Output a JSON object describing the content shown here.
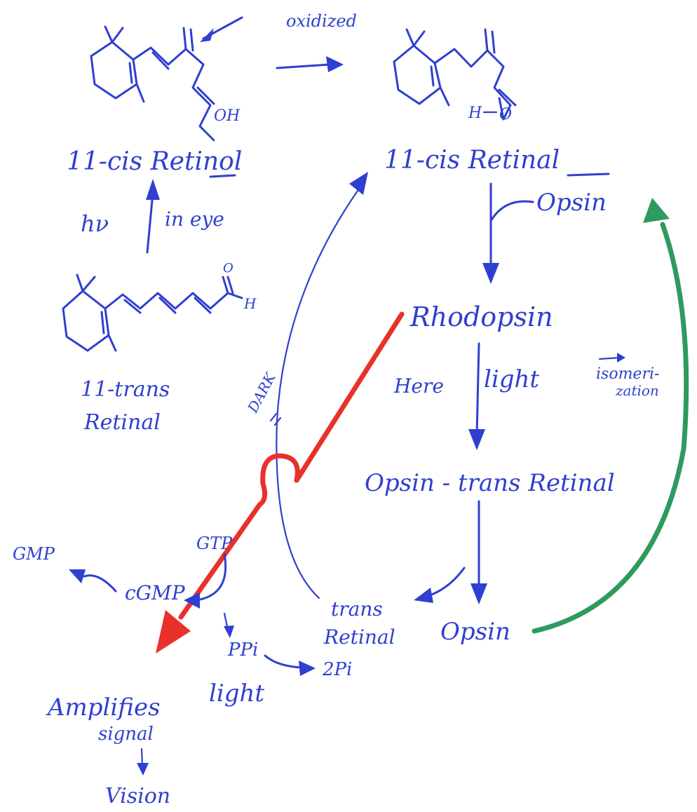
{
  "colors": {
    "ink": "#2f3fd0",
    "red_arrow": "#e8312b",
    "green_arrow": "#2e9a5e",
    "paper": "#ffffff"
  },
  "labels": {
    "oxidized": "oxidized",
    "cis_retinol": "11-cis Retinol",
    "cis_retinal": "11-cis Retinal",
    "hv": "hν",
    "in_eye": "in eye",
    "trans_retinal_line1": "11-trans",
    "trans_retinal_line2": "Retinal",
    "opsin_top": "Opsin",
    "rhodopsin": "Rhodopsin",
    "here": "Here",
    "light": "light",
    "isomerization_line1": "isomeri-",
    "isomerization_line2": "zation",
    "dark": "DARK",
    "opsin_trans_retinal": "Opsin - trans Retinal",
    "trans_line1": "trans",
    "trans_line2": "Retinal",
    "opsin_bottom": "Opsin",
    "gmp": "GMP",
    "gtp": "GTP",
    "cgmp": "cGMP",
    "ppi": "PPi",
    "two_pi": "2Pi",
    "amplifies_line1": "Amplifies",
    "amplifies_light": "light",
    "signal": "signal",
    "vision": "Vision",
    "oh": "OH",
    "h_aldehyde_top": "H",
    "o_aldehyde_top": "O",
    "h_aldehyde_trans": "H",
    "o_aldehyde_trans": "O"
  }
}
